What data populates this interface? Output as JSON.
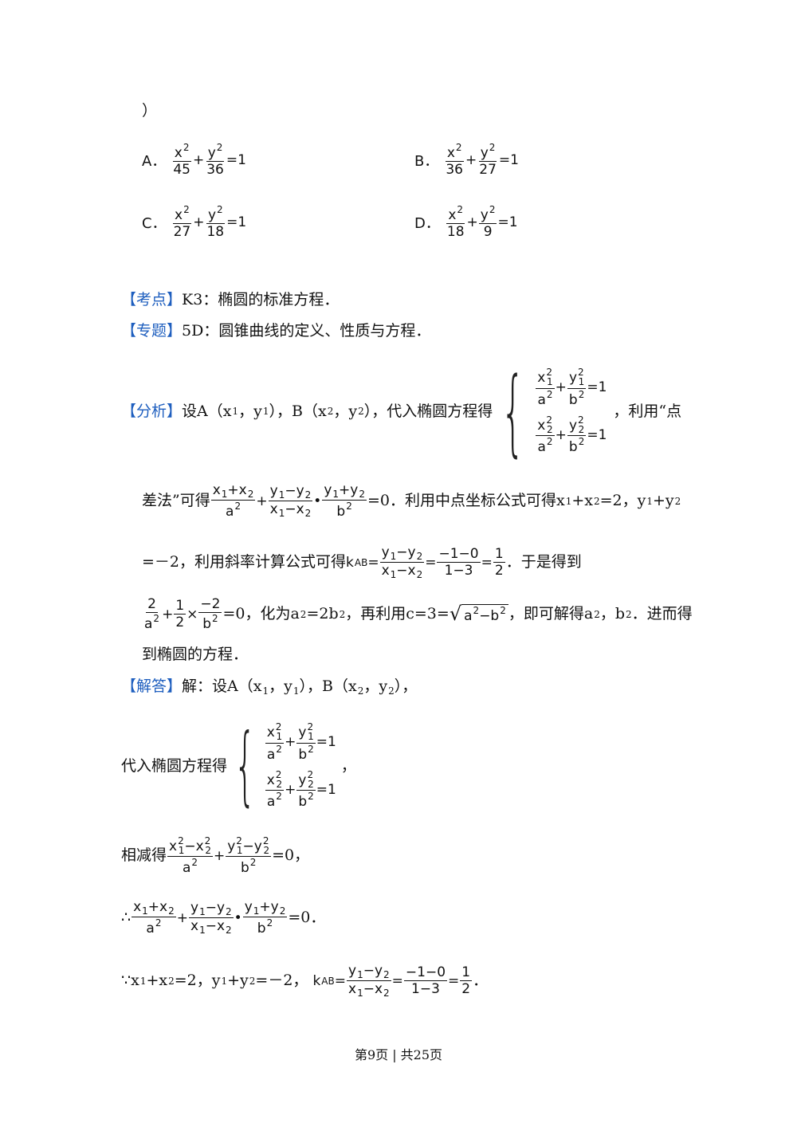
{
  "question": {
    "closing_paren": "）",
    "options": [
      {
        "label": "A．",
        "a2": "45",
        "b2": "36"
      },
      {
        "label": "B．",
        "a2": "36",
        "b2": "27"
      },
      {
        "label": "C．",
        "a2": "27",
        "b2": "18"
      },
      {
        "label": "D．",
        "a2": "18",
        "b2": "9"
      }
    ]
  },
  "kaodian": {
    "tag": "考点",
    "text": "K3：椭圆的标准方程．"
  },
  "zhuanti": {
    "tag": "专题",
    "text": "5D：圆锥曲线的定义、性质与方程．"
  },
  "fenxi": {
    "tag": "分析",
    "text1": "设A（x",
    "text1b": "，y",
    "text1c": "），B（x",
    "text1d": "，y",
    "text1e": "），代入椭圆方程得",
    "text2": "，利用“点",
    "text3": "差法”可得",
    "text4": "=0．利用中点坐标公式可得x",
    "text4b": "+x",
    "text4c": "=2，y",
    "text4d": "+y",
    "text5": "=－2，利用斜率计算公式可得",
    "text5b": "．于是得到",
    "text6": "=0，化为a",
    "text6b": "=2b",
    "text6c": "，再利用c=3=",
    "text6d": "，即可解得a",
    "text6e": "，b",
    "text6f": "．进而得",
    "text7": "到椭圆的方程．"
  },
  "jieda": {
    "tag": "解答",
    "line1": "解：设A（x",
    "line1b": "，y",
    "line1c": "），B（x",
    "line1d": "，y",
    "line1e": "），",
    "line2": "代入椭圆方程得",
    "line2b": "，",
    "line3": "相减得",
    "line3b": "=0，",
    "line4": "∴",
    "line4b": "=0．",
    "line5": "∵x",
    "line5b": "+x",
    "line5c": "=2，y",
    "line5d": "+y",
    "line5e": "=－2，",
    "line5f": "．"
  },
  "footer": {
    "text": "第9页 | 共25页"
  }
}
